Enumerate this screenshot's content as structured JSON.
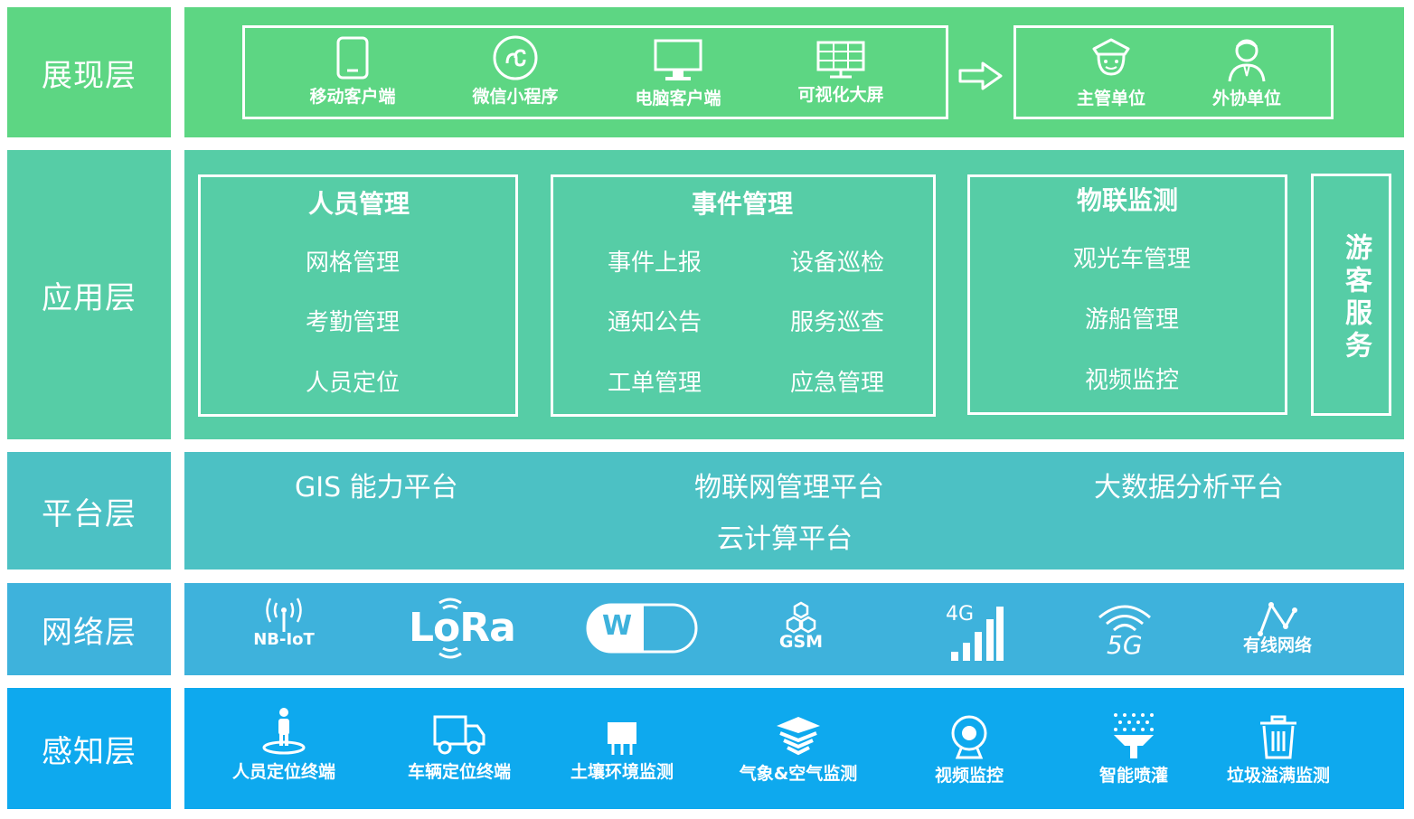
{
  "colors": {
    "presentation": "#5dd683",
    "application": "#56cda6",
    "platform": "#4cc1c4",
    "network": "#3eb2dc",
    "perception": "#0ea9ee"
  },
  "layers": {
    "presentation": "展现层",
    "application": "应用层",
    "platform": "平台层",
    "network": "网络层",
    "perception": "感知层"
  },
  "presentation": {
    "clients": [
      {
        "icon": "tablet-icon",
        "label": "移动客户端"
      },
      {
        "icon": "mini-program-icon",
        "label": "微信小程序"
      },
      {
        "icon": "monitor-icon",
        "label": "电脑客户端"
      },
      {
        "icon": "big-screen-icon",
        "label": "可视化大屏"
      }
    ],
    "arrow_icon": "arrow-right-icon",
    "units": [
      {
        "icon": "officer-icon",
        "label": "主管单位"
      },
      {
        "icon": "staff-icon",
        "label": "外协单位"
      }
    ]
  },
  "application": {
    "personnel": {
      "title": "人员管理",
      "items": [
        "网格管理",
        "考勤管理",
        "人员定位"
      ]
    },
    "event": {
      "title": "事件管理",
      "items": [
        "事件上报",
        "设备巡检",
        "通知公告",
        "服务巡查",
        "工单管理",
        "应急管理"
      ]
    },
    "iot": {
      "title": "物联监测",
      "items": [
        "观光车管理",
        "游船管理",
        "视频监控"
      ]
    },
    "visitor": {
      "title": "游客服务"
    }
  },
  "platform": {
    "items": [
      "GIS 能力平台",
      "物联网管理平台",
      "大数据分析平台",
      "云计算平台"
    ]
  },
  "network": {
    "items": [
      {
        "icon": "antenna-icon",
        "label": "NB-IoT"
      },
      {
        "icon": "lora-logo",
        "label": "LoRa"
      },
      {
        "icon": "wifi-logo",
        "label": "Wi Fi"
      },
      {
        "icon": "gsm-hexagon-icon",
        "label": "GSM"
      },
      {
        "icon": "signal-bars-icon",
        "label": "4G"
      },
      {
        "icon": "5g-waves-icon",
        "label": "5G"
      },
      {
        "icon": "wired-network-icon",
        "label": "有线网络"
      }
    ]
  },
  "perception": {
    "items": [
      {
        "icon": "person-location-icon",
        "label": "人员定位终端"
      },
      {
        "icon": "truck-icon",
        "label": "车辆定位终端"
      },
      {
        "icon": "soil-sensor-icon",
        "label": "土壤环境监测"
      },
      {
        "icon": "air-layers-icon",
        "label": "气象&空气监测"
      },
      {
        "icon": "camera-icon",
        "label": "视频监控"
      },
      {
        "icon": "sprinkler-icon",
        "label": "智能喷灌"
      },
      {
        "icon": "trash-can-icon",
        "label": "垃圾溢满监测"
      }
    ]
  }
}
